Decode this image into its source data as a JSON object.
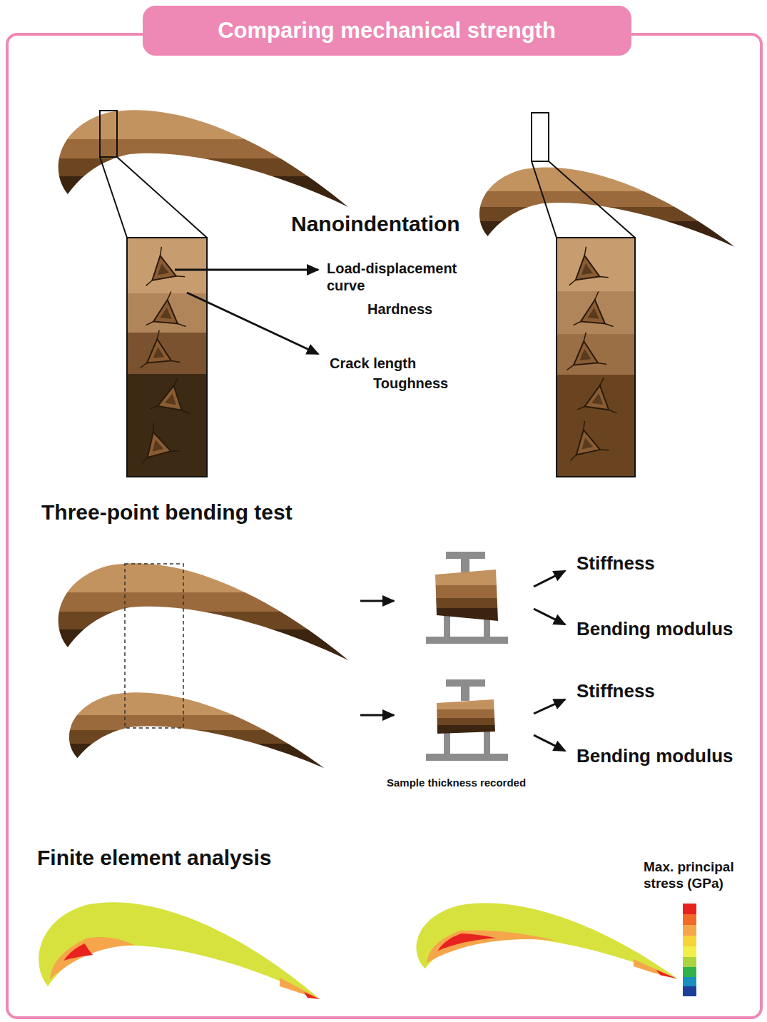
{
  "diagram": {
    "title": "Comparing mechanical strength",
    "labels": [
      "Nanoindentation",
      "Load-displacement curve",
      "Hardness",
      "Crack length",
      "Toughness",
      "Three-point bending test",
      "Stiffness",
      "Bending modulus",
      "Stiffness",
      "Bending modulus",
      "Sample thickness recorded",
      "Finite element analysis",
      "Max. principal stress (GPa)"
    ]
  }
}
